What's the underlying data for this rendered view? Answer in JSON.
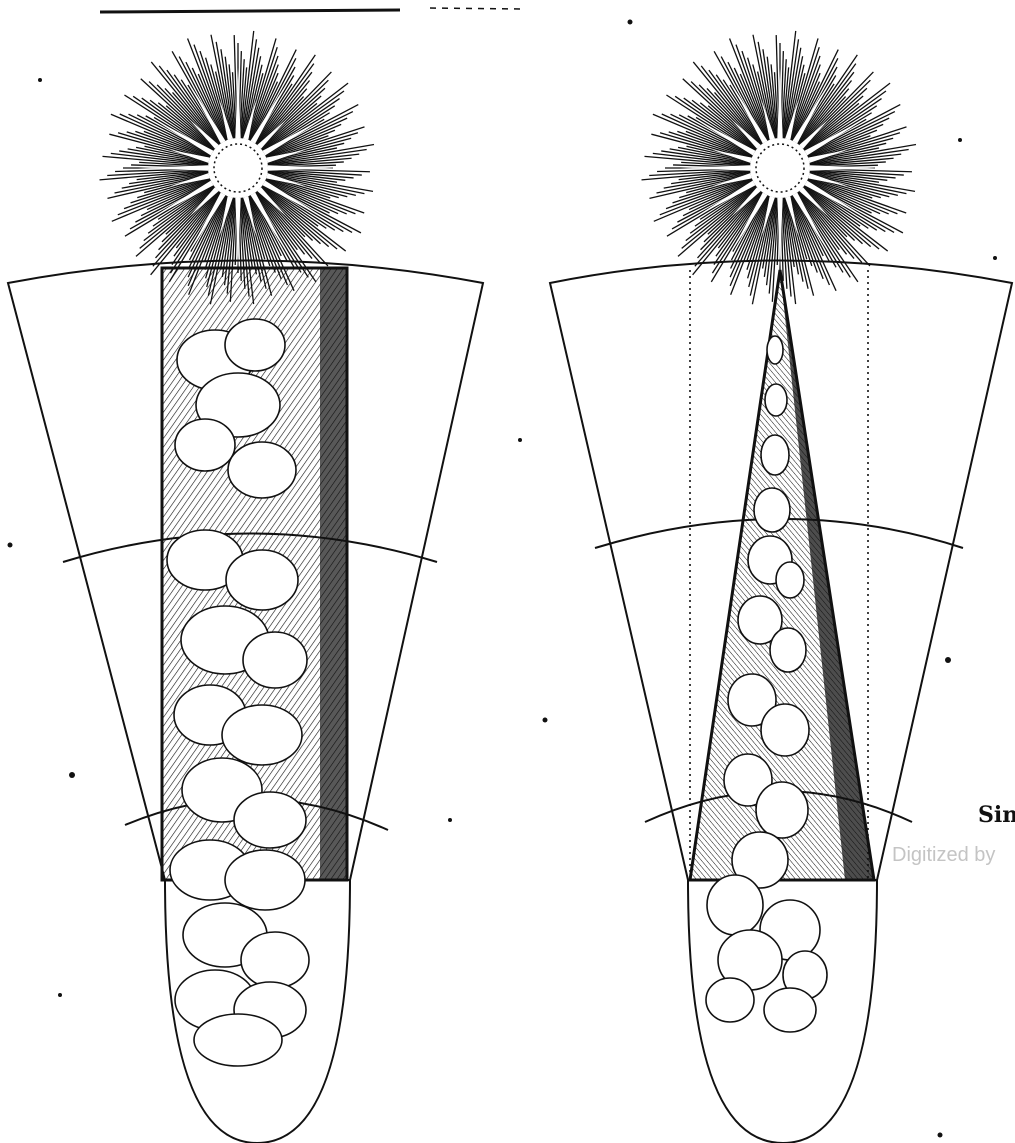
{
  "figure": {
    "side_label": "Sin",
    "watermark": "Digitized by",
    "panels": [
      {
        "name": "left",
        "column_shape": "parallel"
      },
      {
        "name": "right",
        "column_shape": "converging"
      }
    ]
  },
  "colors": {
    "ink": "#111111",
    "paper": "#ffffff",
    "watermark": "#c4c4c4"
  }
}
